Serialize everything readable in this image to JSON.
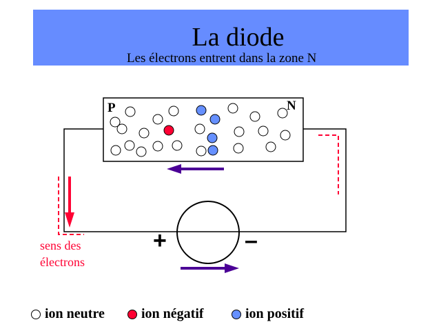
{
  "header": {
    "title": "La diode",
    "subtitle": "Les électrons entrent dans la zone N"
  },
  "diode": {
    "p_label": "P",
    "n_label": "N"
  },
  "battery": {
    "plus": "+",
    "minus": "–"
  },
  "annotation": {
    "line1": "sens des",
    "line2": "électrons"
  },
  "legend": [
    {
      "label": "ion neutre",
      "color": "#ffffff"
    },
    {
      "label": "ion négatif",
      "color": "#ff0033"
    },
    {
      "label": "ion positif",
      "color": "#6690ff"
    }
  ],
  "colors": {
    "banner": "#668cff",
    "negative": "#ff0033",
    "positive": "#6690ff",
    "arrow": "#4b0096",
    "annotation": "#ff0033"
  }
}
